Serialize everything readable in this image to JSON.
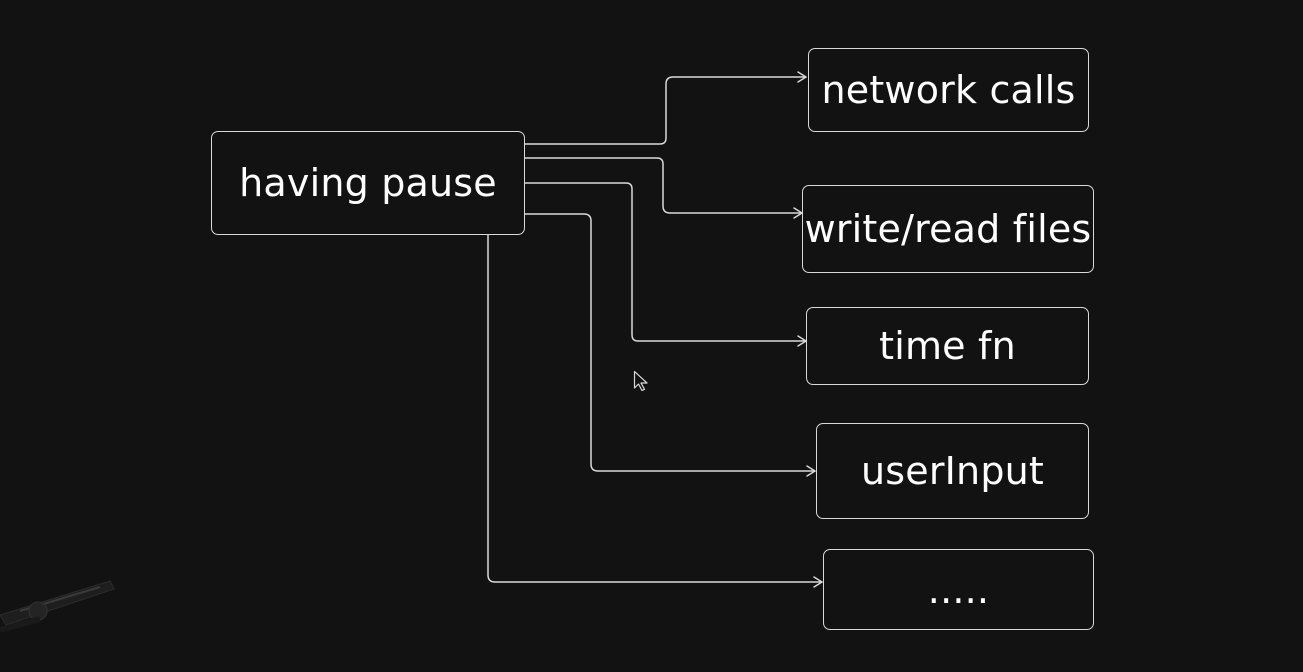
{
  "diagram": {
    "source": {
      "label": "having pause"
    },
    "targets": [
      {
        "label": "network calls"
      },
      {
        "label": "write/read files"
      },
      {
        "label": "time fn"
      },
      {
        "label": "userInput"
      },
      {
        "label": "....."
      }
    ]
  },
  "colors": {
    "background": "#121212",
    "stroke": "#d9d9d9",
    "text": "#ffffff"
  },
  "icons": {
    "cursor": "mouse-pointer-icon",
    "corner": "pen-icon"
  }
}
